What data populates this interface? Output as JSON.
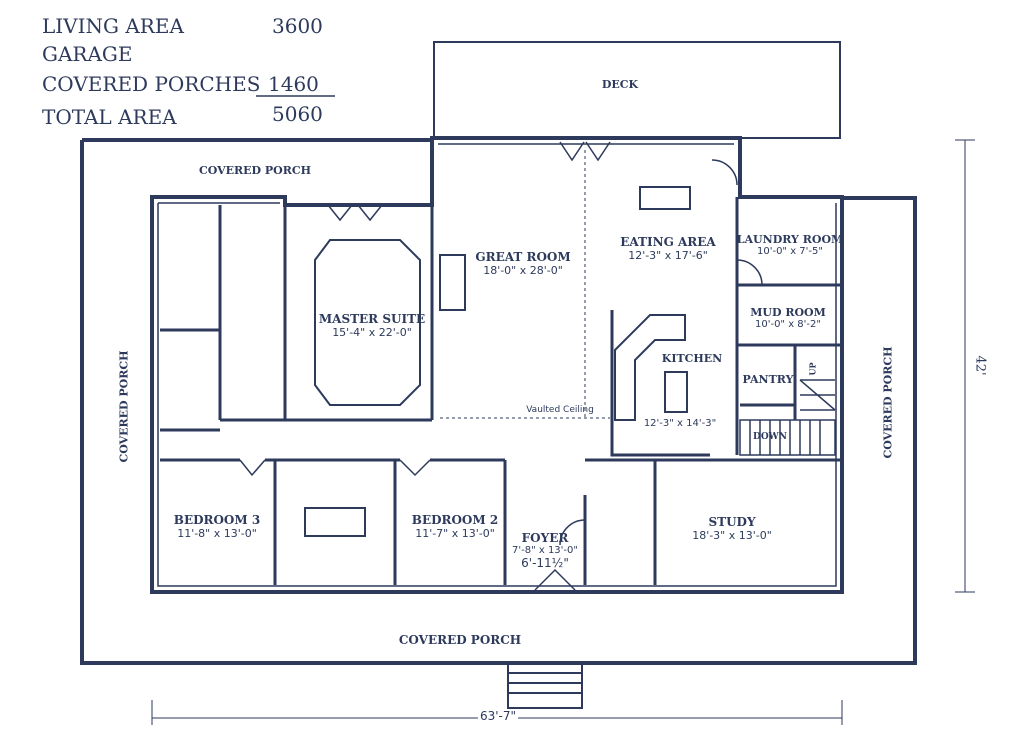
{
  "summary": {
    "living_area_label": "LIVING AREA",
    "living_area_value": "3600",
    "garage_label": "GARAGE",
    "covered_porches_label": "COVERED PORCHES",
    "covered_porches_value": "1460",
    "total_area_label": "TOTAL AREA",
    "total_area_value": "5060"
  },
  "rooms": {
    "deck": {
      "name": "DECK"
    },
    "covered_porch_top": {
      "name": "COVERED PORCH"
    },
    "covered_porch_left": {
      "name": "COVERED PORCH"
    },
    "covered_porch_right": {
      "name": "COVERED PORCH"
    },
    "covered_porch_bottom": {
      "name": "COVERED PORCH"
    },
    "great_room": {
      "name": "GREAT ROOM",
      "size": "18'-0\" x 28'-0\""
    },
    "eating_area": {
      "name": "EATING AREA",
      "size": "12'-3\" x 17'-6\""
    },
    "laundry_room": {
      "name": "LAUNDRY ROOM",
      "size": "10'-0\" x 7'-5\""
    },
    "mud_room": {
      "name": "MUD ROOM",
      "size": "10'-0\" x 8'-2\""
    },
    "pantry": {
      "name": "PANTRY"
    },
    "kitchen": {
      "name": "KITCHEN",
      "size": "12'-3\" x 14'-3\""
    },
    "master_suite": {
      "name": "MASTER SUITE",
      "size": "15'-4\" x 22'-0\""
    },
    "bedroom_3": {
      "name": "BEDROOM 3",
      "size": "11'-8\" x 13'-0\""
    },
    "bedroom_2": {
      "name": "BEDROOM 2",
      "size": "11'-7\" x 13'-0\""
    },
    "foyer": {
      "name": "FOYER",
      "size": "7'-8\" x 13'-0\"",
      "width": "6'-11½\""
    },
    "study": {
      "name": "STUDY",
      "size": "18'-3\" x 13'-0\""
    }
  },
  "annotations": {
    "vaulted_ceiling": "Vaulted Ceiling",
    "stairs_down": "DOWN",
    "stairs_up": "UP"
  },
  "dimensions": {
    "overall_depth": "42'",
    "overall_width": "63'-7\""
  },
  "colors": {
    "line": "#2d3a5c",
    "background": "#ffffff"
  }
}
